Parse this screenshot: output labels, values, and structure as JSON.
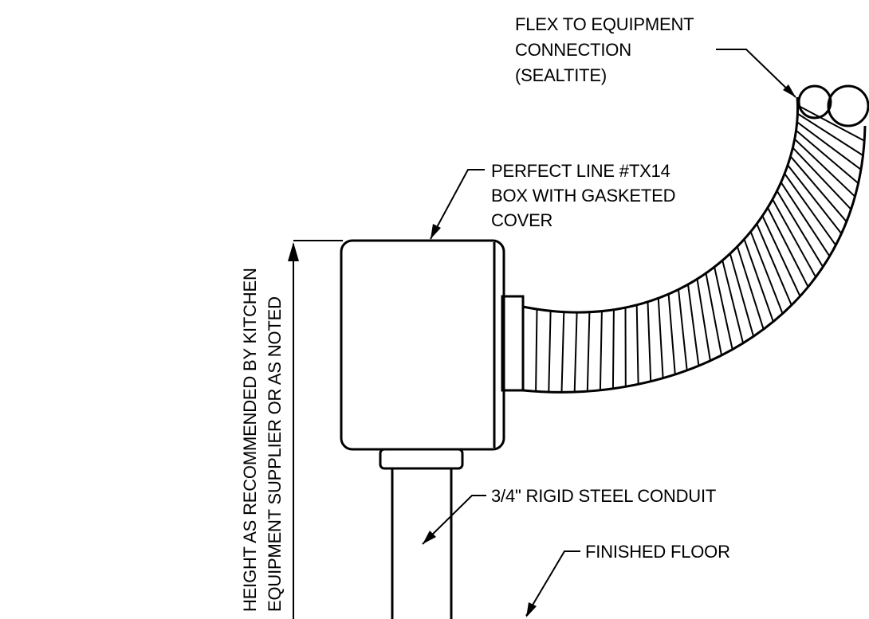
{
  "labels": {
    "flex_line1": "FLEX TO EQUIPMENT",
    "flex_line2": "CONNECTION",
    "flex_line3": "(SEALTITE)",
    "box_line1": "PERFECT LINE #TX14",
    "box_line2": "BOX WITH GASKETED",
    "box_line3": "COVER",
    "conduit": "3/4\" RIGID STEEL CONDUIT",
    "floor": "FINISHED FLOOR",
    "height_line1": "HEIGHT AS RECOMMENDED BY KITCHEN",
    "height_line2": "EQUIPMENT SUPPLIER OR AS NOTED"
  },
  "icons": {
    "arrow": "filled-arrowhead-icon",
    "flex_conduit": "flexible-conduit-icon"
  },
  "colors": {
    "line": "#000000",
    "background": "#ffffff"
  }
}
